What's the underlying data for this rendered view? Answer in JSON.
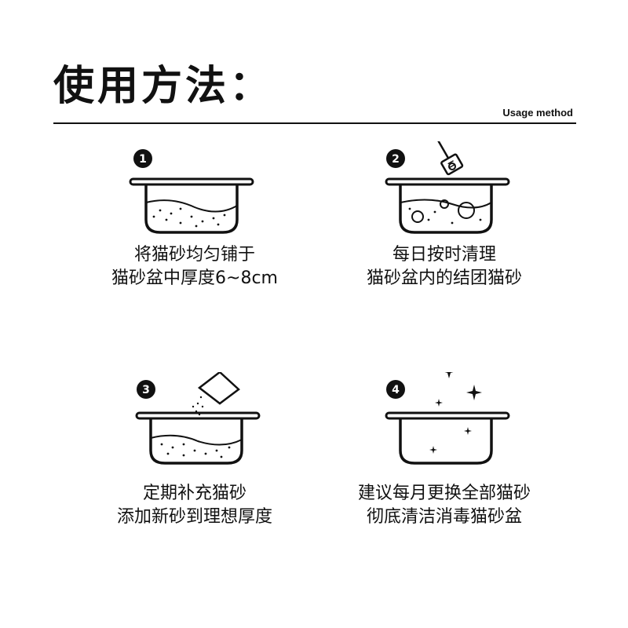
{
  "header": {
    "title": "使用方法：",
    "subtitle": "Usage method"
  },
  "steps": [
    {
      "number": "1",
      "line1": "将猫砂均匀铺于",
      "line2": "猫砂盆中厚度6~8cm"
    },
    {
      "number": "2",
      "line1": "每日按时清理",
      "line2": "猫砂盆内的结团猫砂"
    },
    {
      "number": "3",
      "line1": "定期补充猫砂",
      "line2": "添加新砂到理想厚度"
    },
    {
      "number": "4",
      "line1": "建议每月更换全部猫砂",
      "line2": "彻底清洁消毒猫砂盆"
    }
  ],
  "icons": {
    "step1": "litter-box-filled-icon",
    "step2": "litter-scoop-icon",
    "step3": "pour-litter-icon",
    "step4": "clean-box-sparkle-icon"
  }
}
